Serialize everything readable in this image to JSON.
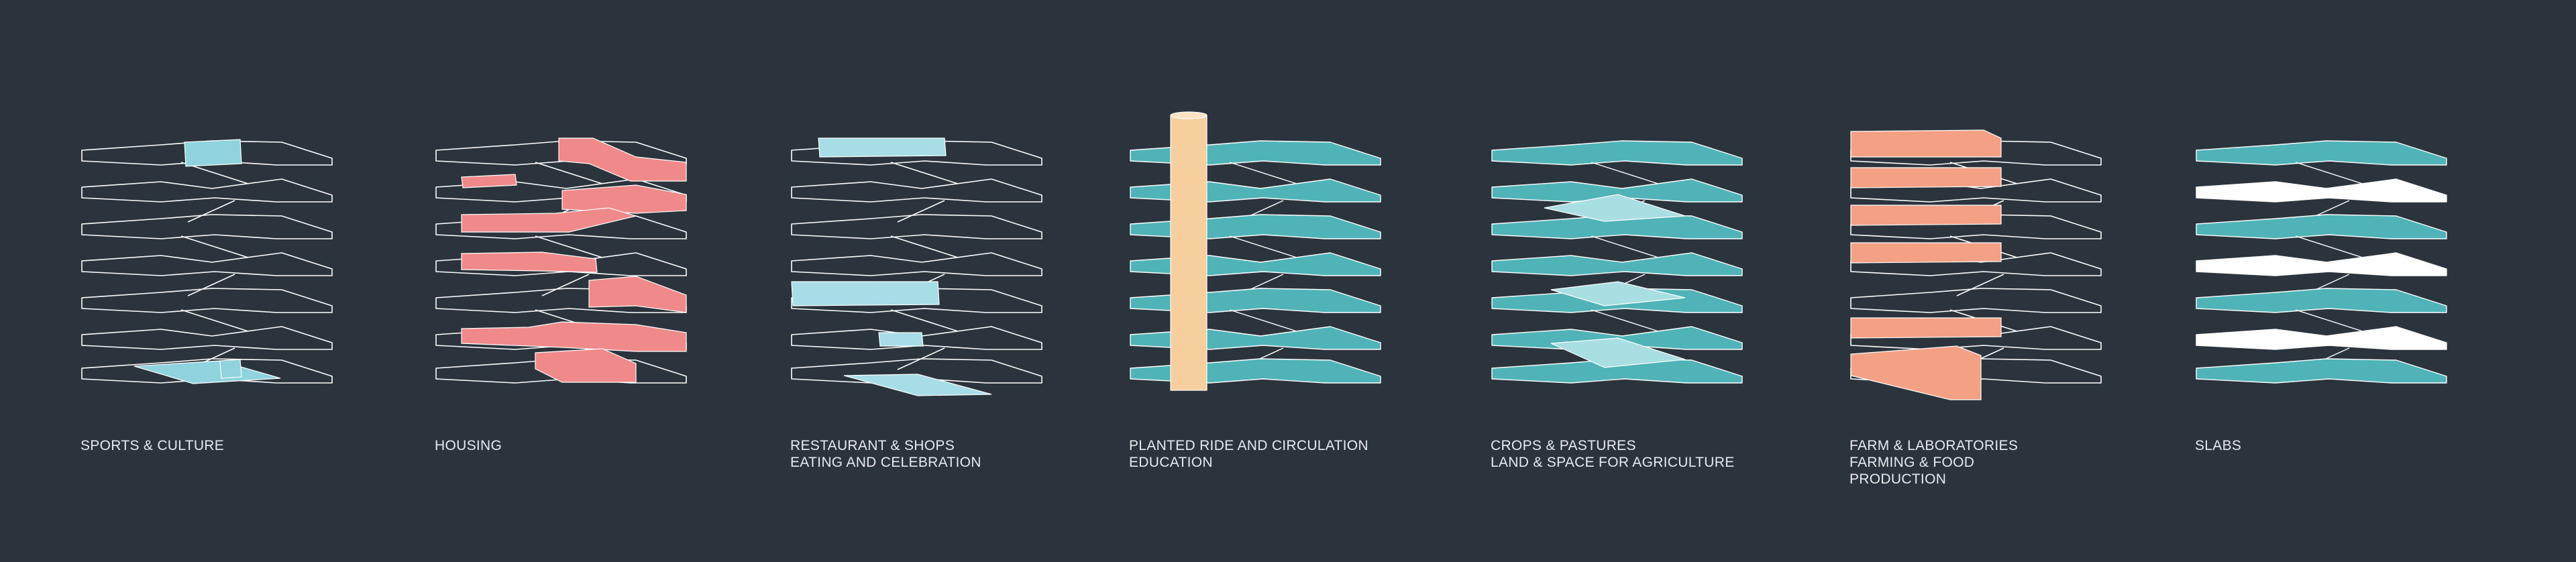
{
  "colors": {
    "background": "#2b343d",
    "outline": "#ffffff",
    "sports": "#8fd3df",
    "housing": "#f08a8a",
    "restaurant": "#a6dde6",
    "circulation": "#4fb3b8",
    "core": "#f7cf9f",
    "crops": "#4fb3b8",
    "crops_light": "#a9dfe3",
    "farm": "#f4a084",
    "slabs": "#4fb3b8",
    "slabs_white": "#ffffff"
  },
  "panels": [
    {
      "id": "sports",
      "lines": [
        "SPORTS & CULTURE"
      ]
    },
    {
      "id": "housing",
      "lines": [
        "HOUSING"
      ]
    },
    {
      "id": "restaurant",
      "lines": [
        "RESTAURANT & SHOPS",
        "EATING AND CELEBRATION"
      ]
    },
    {
      "id": "circulation",
      "lines": [
        "PLANTED RIDE AND CIRCULATION",
        "EDUCATION"
      ]
    },
    {
      "id": "crops",
      "lines": [
        "CROPS & PASTURES",
        "LAND & SPACE FOR AGRICULTURE"
      ]
    },
    {
      "id": "farm",
      "lines": [
        "FARM & LABORATORIES",
        "FARMING & FOOD",
        "PRODUCTION"
      ]
    },
    {
      "id": "slabs",
      "lines": [
        "SLABS"
      ]
    }
  ]
}
